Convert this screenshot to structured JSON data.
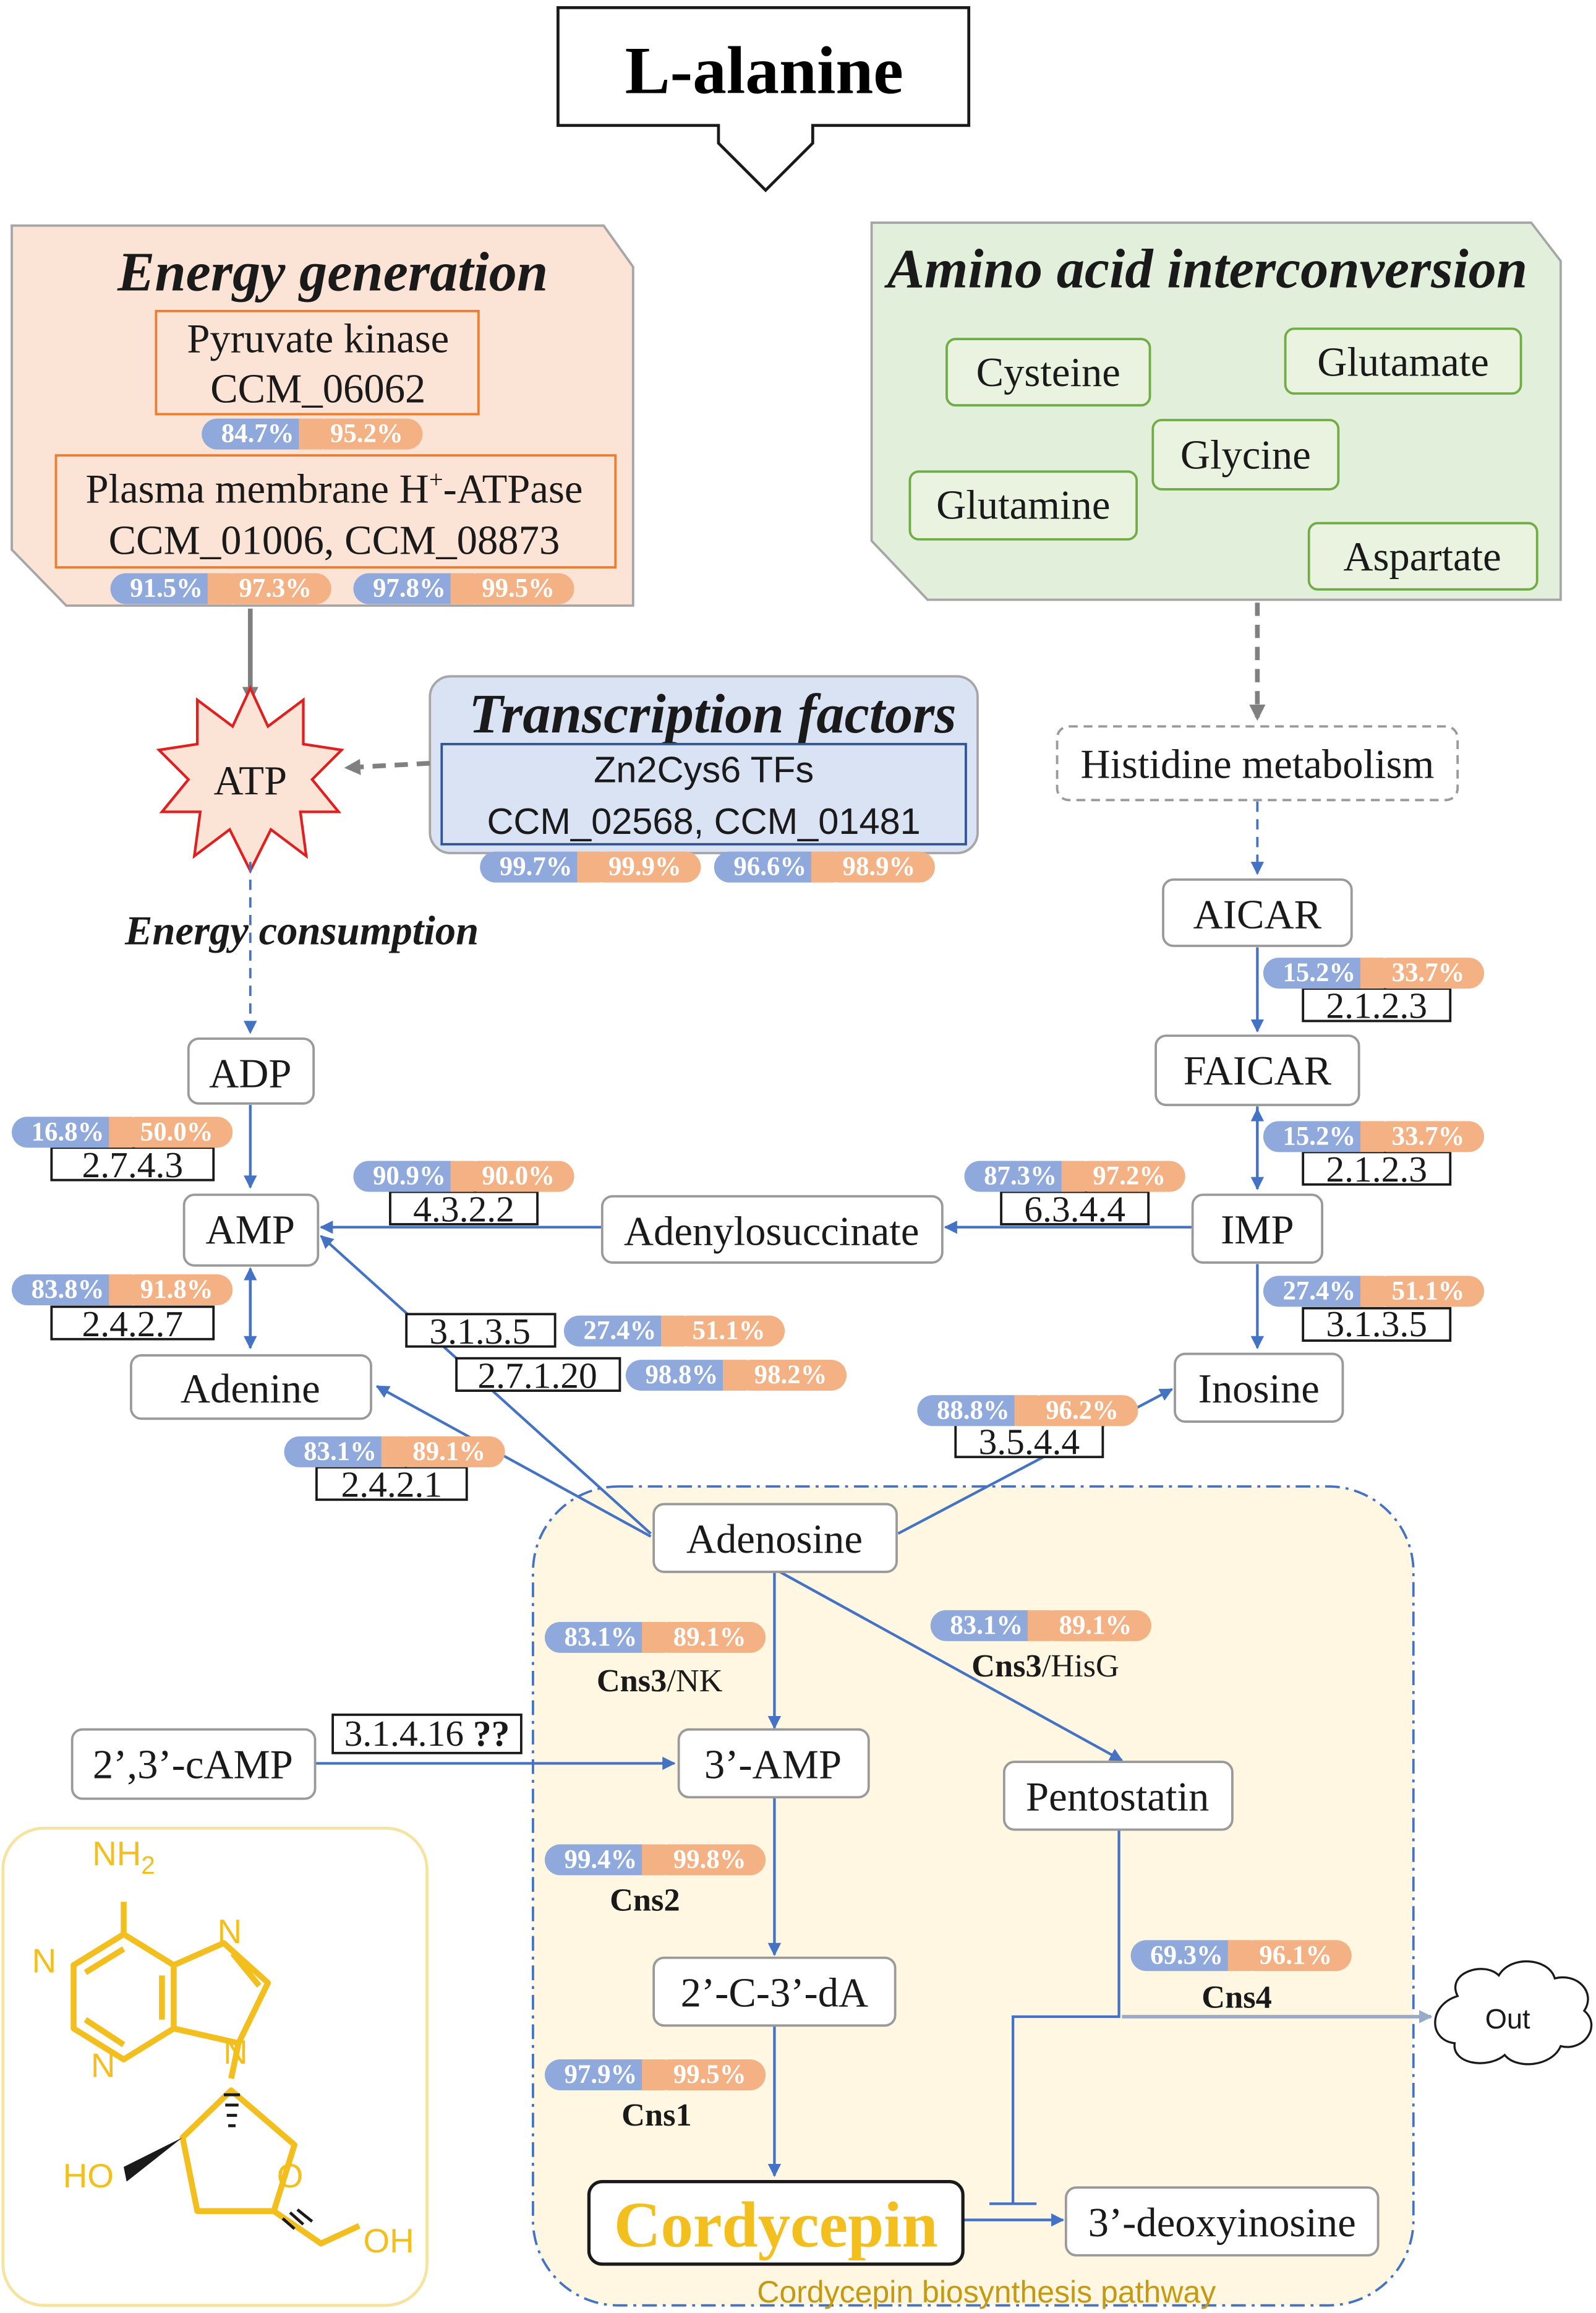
{
  "title": "L-alanine",
  "energy_generation": {
    "title": "Energy generation",
    "pyruvate_kinase": {
      "name": "Pyruvate kinase",
      "gene": "CCM_06062",
      "pct": [
        "84.7%",
        "95.2%"
      ]
    },
    "atpase": {
      "name": "Plasma membrane H",
      "name_sup": "+",
      "name_suffix": "-ATPase",
      "genes": "CCM_01006, CCM_08873",
      "pct_a": [
        "91.5%",
        "97.3%"
      ],
      "pct_b": [
        "97.8%",
        "99.5%"
      ]
    }
  },
  "amino_acid": {
    "title": "Amino acid interconversion",
    "items": [
      "Cysteine",
      "Glutamate",
      "Glycine",
      "Glutamine",
      "Aspartate"
    ]
  },
  "transcription_factors": {
    "title": "Transcription factors",
    "name": "Zn2Cys6 TFs",
    "genes": "CCM_02568, CCM_01481",
    "pct_a": [
      "99.7%",
      "99.9%"
    ],
    "pct_b": [
      "96.6%",
      "98.9%"
    ]
  },
  "nodes": {
    "atp": "ATP",
    "energy_consumption": "Energy consumption",
    "histidine": "Histidine metabolism",
    "aicar": "AICAR",
    "faicar": "FAICAR",
    "imp": "IMP",
    "adp": "ADP",
    "amp": "AMP",
    "adenine": "Adenine",
    "adenylosuccinate": "Adenylosuccinate",
    "inosine": "Inosine",
    "adenosine": "Adenosine",
    "camp": "2’,3’-cAMP",
    "amp3": "3’-AMP",
    "pentostatin": "Pentostatin",
    "c3da": "2’-C-3’-dA",
    "cordycepin": "Cordycepin",
    "deoxyinosine": "3’-deoxyinosine",
    "out": "Out"
  },
  "reactions": {
    "aicar_faicar": {
      "ec": "2.1.2.3",
      "pct": [
        "15.2%",
        "33.7%"
      ]
    },
    "faicar_imp": {
      "ec": "2.1.2.3",
      "pct": [
        "15.2%",
        "33.7%"
      ]
    },
    "adp_amp": {
      "ec": "2.7.4.3",
      "pct": [
        "16.8%",
        "50.0%"
      ]
    },
    "adenylo_amp": {
      "ec": "4.3.2.2",
      "pct": [
        "90.9%",
        "90.0%"
      ]
    },
    "imp_adenylo": {
      "ec": "6.3.4.4",
      "pct": [
        "87.3%",
        "97.2%"
      ]
    },
    "amp_adenine": {
      "ec": "2.4.2.7",
      "pct": [
        "83.8%",
        "91.8%"
      ]
    },
    "imp_inosine": {
      "ec": "3.1.3.5",
      "pct": [
        "27.4%",
        "51.1%"
      ]
    },
    "amp_adenosine_a": {
      "ec": "3.1.3.5",
      "pct": [
        "27.4%",
        "51.1%"
      ]
    },
    "amp_adenosine_b": {
      "ec": "2.7.1.20",
      "pct": [
        "98.8%",
        "98.2%"
      ]
    },
    "adenosine_adenine": {
      "ec": "2.4.2.1",
      "pct": [
        "83.1%",
        "89.1%"
      ]
    },
    "adenosine_inosine": {
      "ec": "3.5.4.4",
      "pct": [
        "88.8%",
        "96.2%"
      ]
    },
    "camp_amp3": {
      "ec": "3.1.4.16",
      "suffix": "??"
    }
  },
  "cordycepin_pathway": {
    "caption": "Cordycepin biosynthesis pathway",
    "cns3_nk": {
      "name": "Cns3",
      "sub": "/NK",
      "pct": [
        "83.1%",
        "89.1%"
      ]
    },
    "cns3_hisg": {
      "name": "Cns3",
      "sub": "/HisG",
      "pct": [
        "83.1%",
        "89.1%"
      ]
    },
    "cns2": {
      "name": "Cns2",
      "pct": [
        "99.4%",
        "99.8%"
      ]
    },
    "cns1": {
      "name": "Cns1",
      "pct": [
        "97.9%",
        "99.5%"
      ]
    },
    "cns4": {
      "name": "Cns4",
      "pct": [
        "69.3%",
        "96.1%"
      ]
    }
  },
  "structure": {
    "nh2": "NH",
    "nh2_sub": "2",
    "n1": "N",
    "n7": "N",
    "n3": "N",
    "n9": "N",
    "ho": "HO",
    "o": "O",
    "oh": "OH"
  },
  "colors": {
    "flow": "#4472c4",
    "pct_left": "#8fa9dc",
    "pct_right": "#f4b183",
    "energy_fill": "#fbe3d6",
    "amino_fill": "#e2efda",
    "tf_fill": "#dae3f3",
    "pathway_fill": "#fff7e1",
    "cordycepin": "#f2bf1f"
  }
}
